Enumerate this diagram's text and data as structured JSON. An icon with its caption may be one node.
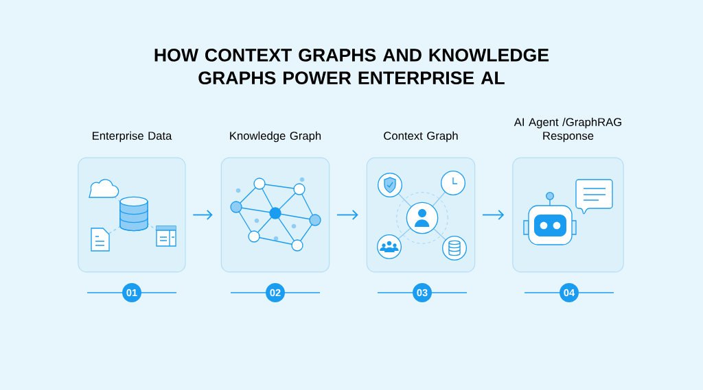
{
  "diagram": {
    "title": "HOW CONTEXT GRAPHS AND KNOWLEDGE GRAPHS POWER ENTERPRISE AL",
    "nodes": [
      {
        "text": [
          "Enterprise Data"
        ]
      },
      {
        "text": [
          "Knowledge Graph"
        ]
      },
      {
        "text": [
          "Context Graph"
        ]
      },
      {
        "text": [
          "AI Agent /GraphRAG Response"
        ]
      },
      {
        "text": [
          "01"
        ]
      },
      {
        "text": [
          "02"
        ]
      },
      {
        "text": [
          "03"
        ]
      },
      {
        "text": [
          "04"
        ]
      }
    ],
    "edges": [
      {
        "from": 0,
        "to": 1,
        "arrow": "to"
      },
      {
        "from": 1,
        "to": 2,
        "arrow": "to"
      },
      {
        "from": 2,
        "to": 3,
        "arrow": "to"
      }
    ]
  }
}
